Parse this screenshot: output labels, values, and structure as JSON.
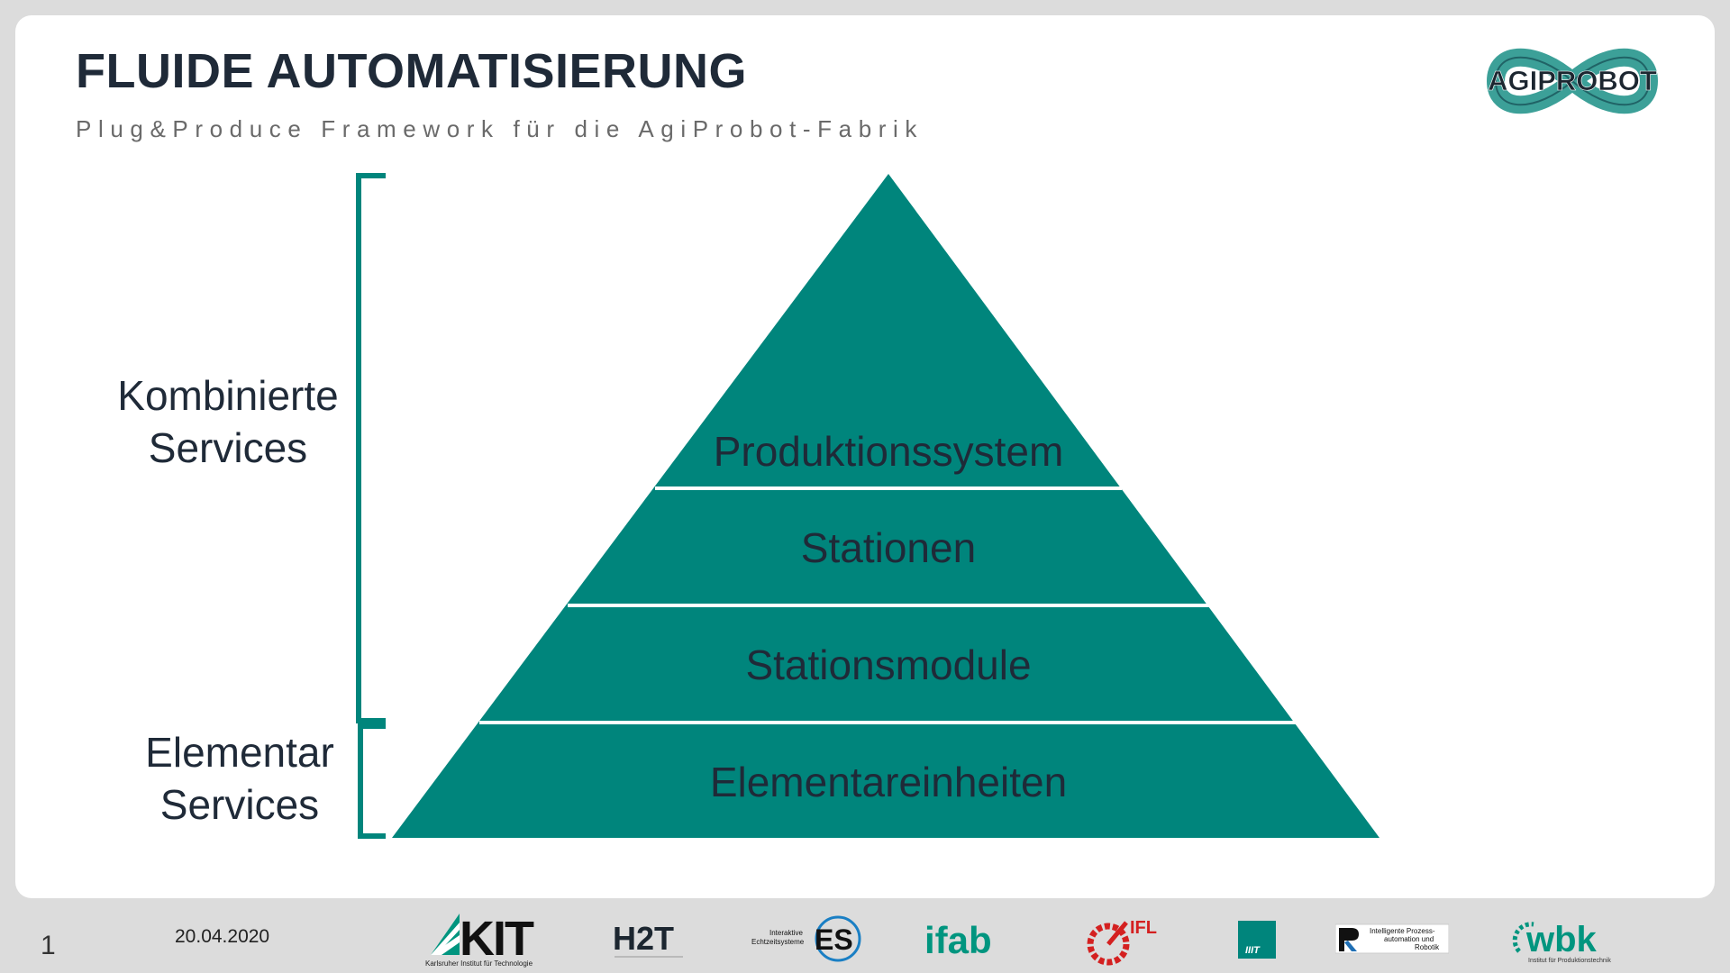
{
  "slide": {
    "title": "FLUIDE AUTOMATISIERUNG",
    "subtitle": "Plug&Produce Framework für die AgiProbot-Fabrik",
    "logo_text": "AGIPROBOT"
  },
  "pyramid": {
    "color": "#00857c",
    "bracket_color": "#00857c",
    "levels": [
      "Produktionssystem",
      "Stationen",
      "Stationsmodule",
      "Elementareinheiten"
    ],
    "groups": [
      {
        "line1": "Kombinierte",
        "line2": "Services"
      },
      {
        "line1": "Elementar",
        "line2": "Services"
      }
    ]
  },
  "footer": {
    "page_number": "1",
    "date": "20.04.2020",
    "partners": {
      "kit": "KIT",
      "kit_sub": "Karlsruher Institut für Technologie",
      "h2t": "H2T",
      "es_label1": "Interaktive",
      "es_label2": "Echtzeitsysteme",
      "es": "ES",
      "ifab": "ifab",
      "ifl": "IFL",
      "iiit": "IIIT",
      "ipr_line1": "Intelligente Prozess-",
      "ipr_line2": "automation und",
      "ipr_line3": "Robotik",
      "wbk": "wbk",
      "wbk_sub": "Institut für Produktionstechnik"
    }
  }
}
